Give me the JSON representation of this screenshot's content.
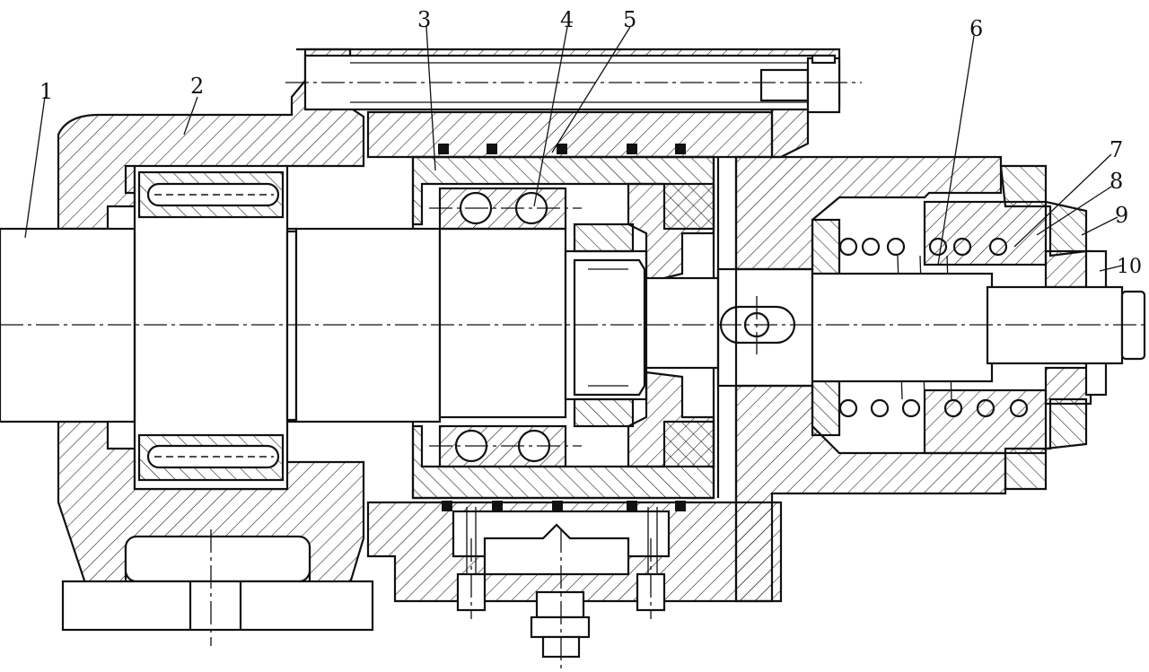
{
  "figure": {
    "part_labels": [
      "1",
      "2",
      "3",
      "4",
      "5",
      "6",
      "7",
      "8",
      "9",
      "10"
    ]
  },
  "colors": {
    "ink": "#111111",
    "paper": "#ffffff"
  }
}
